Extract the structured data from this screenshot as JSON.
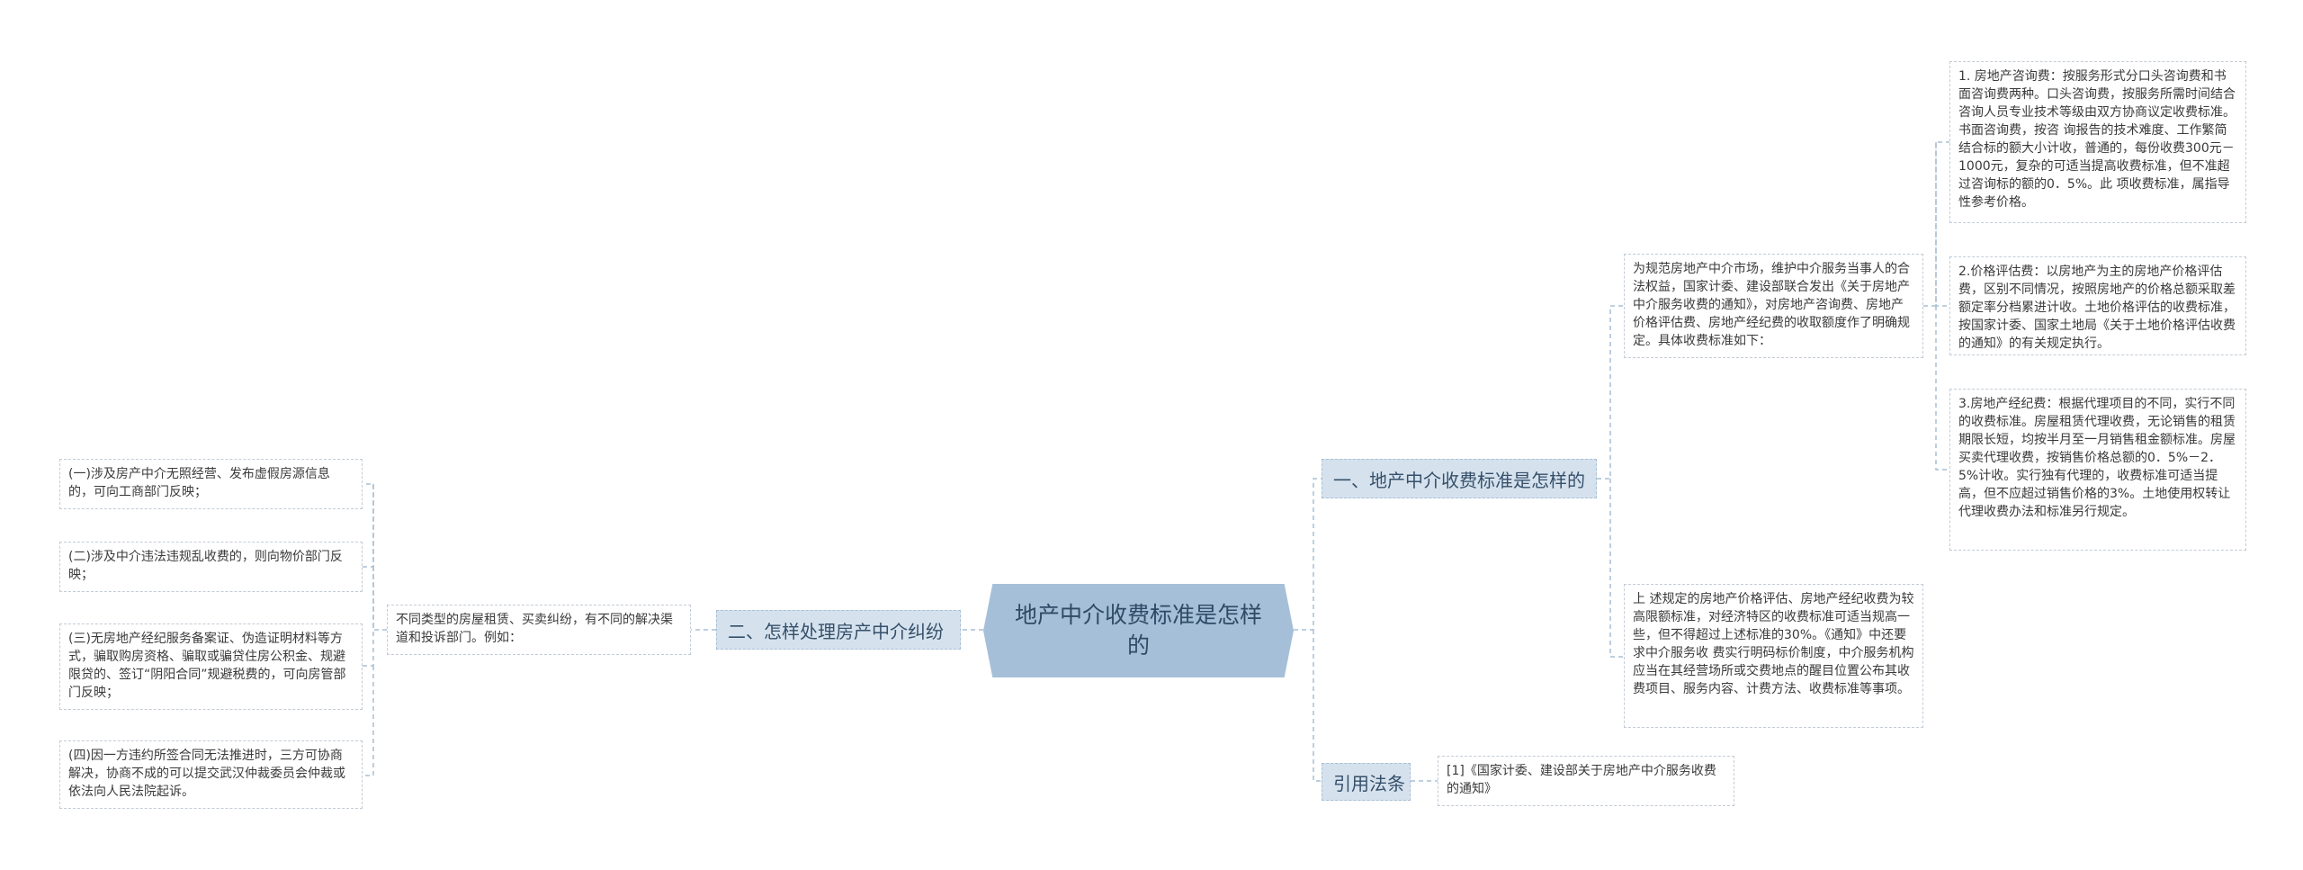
{
  "root": {
    "title": "地产中介收费标准是怎样的"
  },
  "branches": {
    "b1": {
      "label": "一、地产中介收费标准是怎样的"
    },
    "b2": {
      "label": "二、怎样处理房产中介纠纷"
    },
    "b3": {
      "label": "引用法条"
    }
  },
  "b1_children": {
    "intro": "为规范房地产中介市场，维护中介服务当事人的合法权益，国家计委、建设部联合发出《关于房地产中介服务收费的通知》，对房地产咨询费、房地产价格评估费、房地产经纪费的收取额度作了明确规定。具体收费标准如下：",
    "note": "上 述规定的房地产价格评估、房地产经纪收费为较高限额标准，对经济特区的收费标准可适当规高一些，但不得超过上述标准的30%。《通知》中还要求中介服务收 费实行明码标价制度，中介服务机构应当在其经营场所或交费地点的醒目位置公布其收费项目、服务内容、计费方法、收费标准等事项。",
    "items": [
      "1. 房地产咨询费：按服务形式分口头咨询费和书面咨询费两种。口头咨询费，按服务所需时间结合咨询人员专业技术等级由双方协商议定收费标准。书面咨询费，按咨 询报告的技术难度、工作繁简结合标的额大小计收，普通的，每份收费300元－1000元，复杂的可适当提高收费标准，但不准超过咨询标的额的0．5%。此 项收费标准，属指导性参考价格。",
      "2.价格评估费：以房地产为主的房地产价格评估费，区别不同情况，按照房地产的价格总额采取差额定率分档累进计收。土地价格评估的收费标准，按国家计委、国家土地局《关于土地价格评估收费的通知》的有关规定执行。",
      "3.房地产经纪费：根据代理项目的不同，实行不同的收费标准。房屋租赁代理收费，无论销售的租赁期限长短，均按半月至一月销售租金额标准。房屋买卖代理收费，按销售价格总额的0．5%－2．5%计收。实行独有代理的，收费标准可适当提高，但不应超过销售价格的3%。土地使用权转让代理收费办法和标准另行规定。"
    ]
  },
  "b2_children": {
    "intro": "不同类型的房屋租赁、买卖纠纷，有不同的解决渠道和投诉部门。例如：",
    "items": [
      "(一)涉及房产中介无照经营、发布虚假房源信息的，可向工商部门反映；",
      "(二)涉及中介违法违规乱收费的，则向物价部门反映；",
      "(三)无房地产经纪服务备案证、伪造证明材料等方式，骗取购房资格、骗取或骗贷住房公积金、规避限贷的、签订“阴阳合同”规避税费的，可向房管部门反映；",
      "(四)因一方违约所签合同无法推进时，三方可协商解决，协商不成的可以提交武汉仲裁委员会仲裁或依法向人民法院起诉。"
    ]
  },
  "b3_children": {
    "items": [
      "[1]《国家计委、建设部关于房地产中介服务收费的通知》"
    ]
  },
  "colors": {
    "root": "#a5bfd8",
    "branch": "#d5e2ee",
    "line": "#a9bfd3",
    "leaf_border": "#c3ccd6"
  }
}
